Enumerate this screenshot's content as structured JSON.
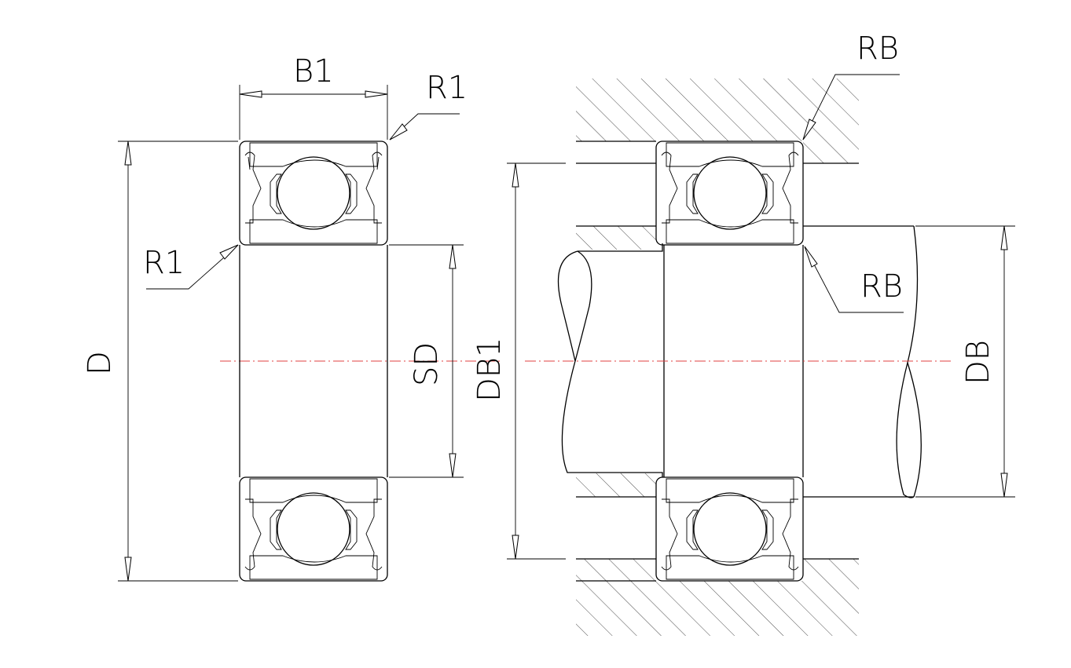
{
  "diagram": {
    "labels": {
      "B1": "B1",
      "R1_top": "R1",
      "R1_left": "R1",
      "D": "D",
      "SD": "SD",
      "RB_top": "RB",
      "RB_mid": "RB",
      "DB1": "DB1",
      "DB": "DB"
    },
    "colors": {
      "line": "#000000",
      "centerline": "#e04040",
      "background": "#ffffff"
    }
  }
}
